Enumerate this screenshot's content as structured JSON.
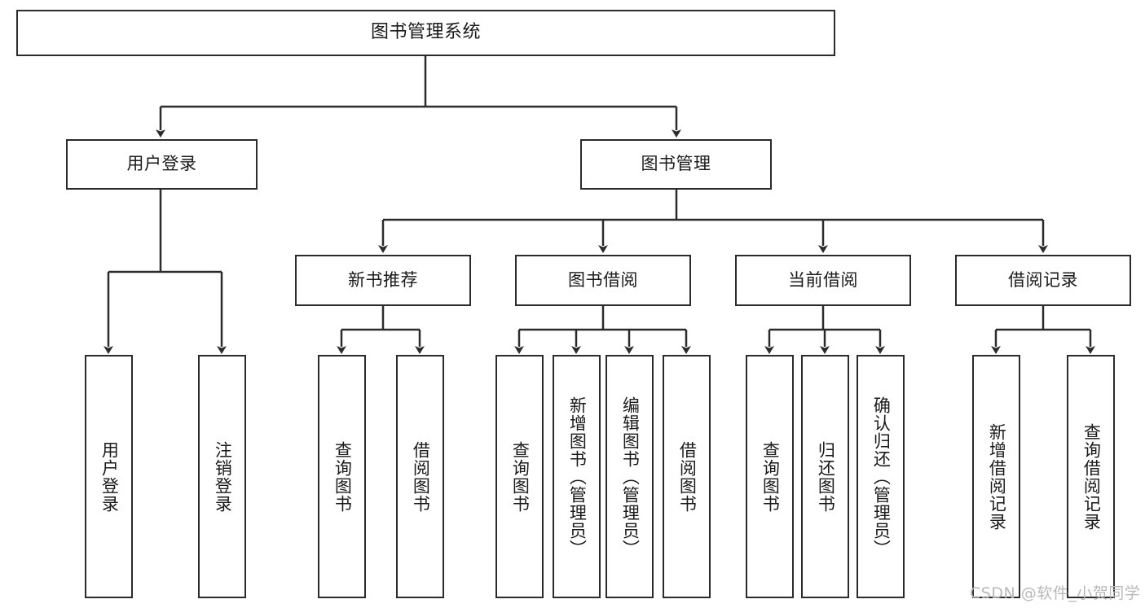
{
  "diagram": {
    "type": "tree",
    "title": "图书管理系统",
    "watermark": "CSDN @软件_小贺同学",
    "colors": {
      "box_border": "#2b2b2b",
      "box_fill": "#ffffff",
      "connector": "#2b2b2b",
      "text": "#1a1a1a",
      "watermark": "#b9b9b9",
      "background": "#ffffff"
    },
    "levels": {
      "level1": [
        {
          "id": "root",
          "label": "图书管理系统"
        }
      ],
      "level2": [
        {
          "id": "user-login",
          "label": "用户登录"
        },
        {
          "id": "book-manage",
          "label": "图书管理"
        }
      ],
      "level3": [
        {
          "id": "new-book-rec",
          "label": "新书推荐",
          "parent": "book-manage"
        },
        {
          "id": "book-borrow",
          "label": "图书借阅",
          "parent": "book-manage"
        },
        {
          "id": "current-borrow",
          "label": "当前借阅",
          "parent": "book-manage"
        },
        {
          "id": "borrow-record",
          "label": "借阅记录",
          "parent": "book-manage"
        }
      ],
      "leaves": [
        {
          "id": "leaf-user-login",
          "label": "用户登录",
          "parent": "user-login"
        },
        {
          "id": "leaf-logout",
          "label": "注销登录",
          "parent": "user-login"
        },
        {
          "id": "leaf-query-book-1",
          "label": "查询图书",
          "parent": "new-book-rec"
        },
        {
          "id": "leaf-borrow-book-1",
          "label": "借阅图书",
          "parent": "new-book-rec"
        },
        {
          "id": "leaf-query-book-2",
          "label": "查询图书",
          "parent": "book-borrow"
        },
        {
          "id": "leaf-add-book",
          "label": "新增图书（管理员）",
          "parent": "book-borrow"
        },
        {
          "id": "leaf-edit-book",
          "label": "编辑图书（管理员）",
          "parent": "book-borrow"
        },
        {
          "id": "leaf-borrow-book-2",
          "label": "借阅图书",
          "parent": "book-borrow"
        },
        {
          "id": "leaf-query-book-3",
          "label": "查询图书",
          "parent": "current-borrow"
        },
        {
          "id": "leaf-return-book",
          "label": "归还图书",
          "parent": "current-borrow"
        },
        {
          "id": "leaf-confirm-return",
          "label": "确认归还（管理员）",
          "parent": "current-borrow"
        },
        {
          "id": "leaf-add-record",
          "label": "新增借阅记录",
          "parent": "borrow-record"
        },
        {
          "id": "leaf-query-record",
          "label": "查询借阅记录",
          "parent": "borrow-record"
        }
      ]
    }
  }
}
